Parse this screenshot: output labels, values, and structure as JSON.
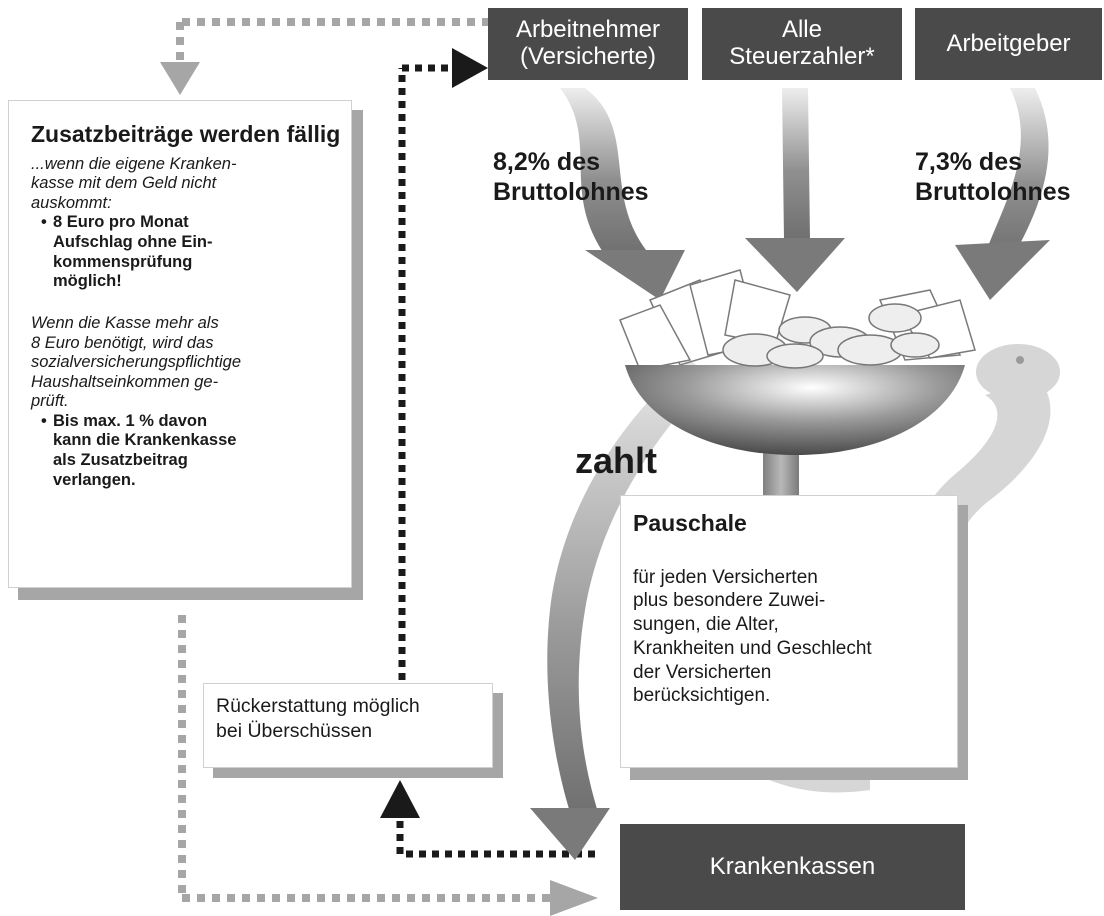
{
  "sources": {
    "employee": "Arbeitnehmer\n(Versicherte)",
    "taxpayers": "Alle\nSteuerzahler*",
    "employer": "Arbeitgeber"
  },
  "rates": {
    "employee": "8,2% des\nBruttolohnes",
    "employer": "7,3% des\nBruttolohnes"
  },
  "pays_label": "zahlt",
  "supplement_box": {
    "title": "Zusatzbeiträge werden fällig",
    "intro": "...wenn die eigene Kranken-\nkasse mit dem Geld nicht\nauskommt:",
    "bullet1": "8 Euro pro Monat\nAufschlag ohne Ein-\nkommensprüfung\nmöglich!",
    "condition": "Wenn die Kasse mehr als\n8 Euro benötigt, wird das\nsozialversicherungspflichtige\nHaushaltseinkommen ge-\nprüft.",
    "bullet2": "Bis max. 1 % davon\nkann die Krankenkasse\nals Zusatzbeitrag\nverlangen."
  },
  "lump_sum_box": {
    "title": "Pauschale",
    "text": "für jeden Versicherten\nplus besondere Zuwei-\nsungen, die Alter,\nKrankheiten und Geschlecht\nder Versicherten\nberücksichtigen."
  },
  "refund_box": {
    "text": "Rückerstattung möglich\nbei Überschüssen"
  },
  "insurers_label": "Krankenkassen",
  "colors": {
    "dark_box": "#4a4a4a",
    "shadow": "#a6a6a6",
    "light_arrow": "#c8c8c8",
    "dotted": "#1a1a1a"
  }
}
